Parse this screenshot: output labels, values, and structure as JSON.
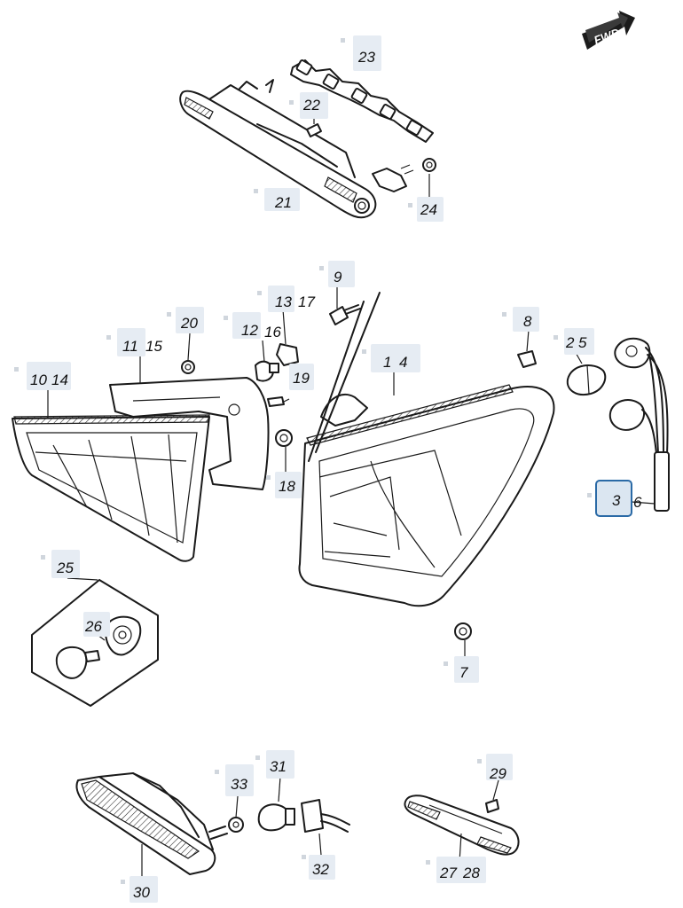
{
  "fwd_label": "FWD",
  "callouts": {
    "c1": "1",
    "c2": "2",
    "c3": "3",
    "c4": "4",
    "c5": "5",
    "c6": "6",
    "c7": "7",
    "c8": "8",
    "c9": "9",
    "c10": "10",
    "c11": "11",
    "c12": "12",
    "c13": "13",
    "c14": "14",
    "c15": "15",
    "c16": "16",
    "c17": "17",
    "c18": "18",
    "c19": "19",
    "c20": "20",
    "c21": "21",
    "c22": "22",
    "c23": "23",
    "c24": "24",
    "c25": "25",
    "c26": "26",
    "c27": "27",
    "c28": "28",
    "c29": "29",
    "c30": "30",
    "c31": "31",
    "c32": "32",
    "c33": "33"
  },
  "highlighted_callout": "3"
}
